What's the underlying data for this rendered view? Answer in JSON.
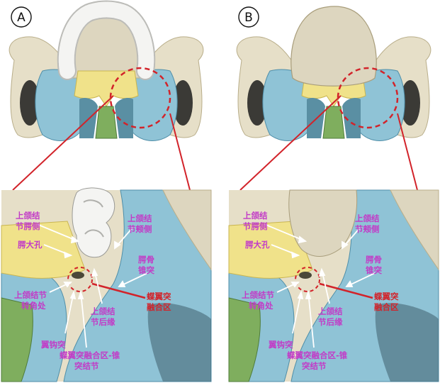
{
  "panels": [
    {
      "id": "A",
      "letter": "A",
      "variant": "teeth",
      "labels": {
        "tl": "上颌结",
        "tl2": "节腭侧",
        "tr": "上颌结",
        "tr2": "节颊侧",
        "palatine_foramen": "腭大孔",
        "pterygoid_a": "腭骨",
        "pterygoid_b": "锥突",
        "turn_a": "上颌结节",
        "turn_b": "转角处",
        "fusion_a": "蝶翼突",
        "fusion_b": "融合区",
        "posterior_a": "上颌结",
        "posterior_b": "节后缘",
        "hamulus": "翼钩突",
        "bottom_a": "蝶翼突融合区-锥",
        "bottom_b": "突结节"
      }
    },
    {
      "id": "B",
      "letter": "B",
      "variant": "edentulous",
      "labels": {
        "tl": "上颌结",
        "tl2": "节腭侧",
        "tr": "上颌结",
        "tr2": "节颊侧",
        "palatine_foramen": "腭大孔",
        "pterygoid_a": "腭骨",
        "pterygoid_b": "锥突",
        "turn_a": "上颌结节",
        "turn_b": "转角处",
        "fusion_a": "蝶翼突",
        "fusion_b": "融合区",
        "posterior_a": "上颌结",
        "posterior_b": "节后缘",
        "hamulus": "翼钩突",
        "bottom_a": "蝶翼突融合区-锥",
        "bottom_b": "突结节"
      }
    }
  ],
  "colors": {
    "bone": "#e6dfc8",
    "bone_shadow": "#c9bf9f",
    "blue": "#8fc3d6",
    "blue_dark": "#4f8ea8",
    "yellow": "#f0e28a",
    "green": "#7fae5e",
    "tooth": "#f4f4f2",
    "label": "#c23bc7",
    "red": "#d2232a"
  }
}
